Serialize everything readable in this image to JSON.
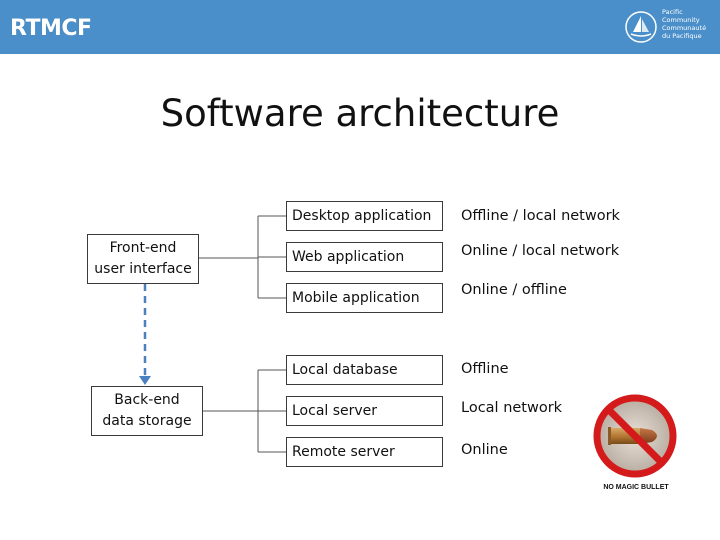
{
  "header": {
    "logo_text": "RTMCF",
    "partner_lines": [
      "Pacific",
      "Community",
      "Communauté",
      "du Pacifique"
    ]
  },
  "title": "Software architecture",
  "left_boxes": [
    {
      "lines": [
        "Front-end",
        "user interface"
      ]
    },
    {
      "lines": [
        "Back-end",
        "data storage"
      ]
    }
  ],
  "front_end_options": [
    {
      "label": "Desktop application",
      "description": "Offline / local network"
    },
    {
      "label": "Web application",
      "description": "Online / local network"
    },
    {
      "label": "Mobile application",
      "description": "Online / offline"
    }
  ],
  "back_end_options": [
    {
      "label": "Local database",
      "description": "Offline"
    },
    {
      "label": "Local server",
      "description": "Local network"
    },
    {
      "label": "Remote server",
      "description": "Online"
    }
  ],
  "image_caption": "NO MAGIC BULLET",
  "colors": {
    "header": "#4a8fc9",
    "prohibition": "#d41a1a",
    "dashed_connector": "#4a7fc0"
  }
}
